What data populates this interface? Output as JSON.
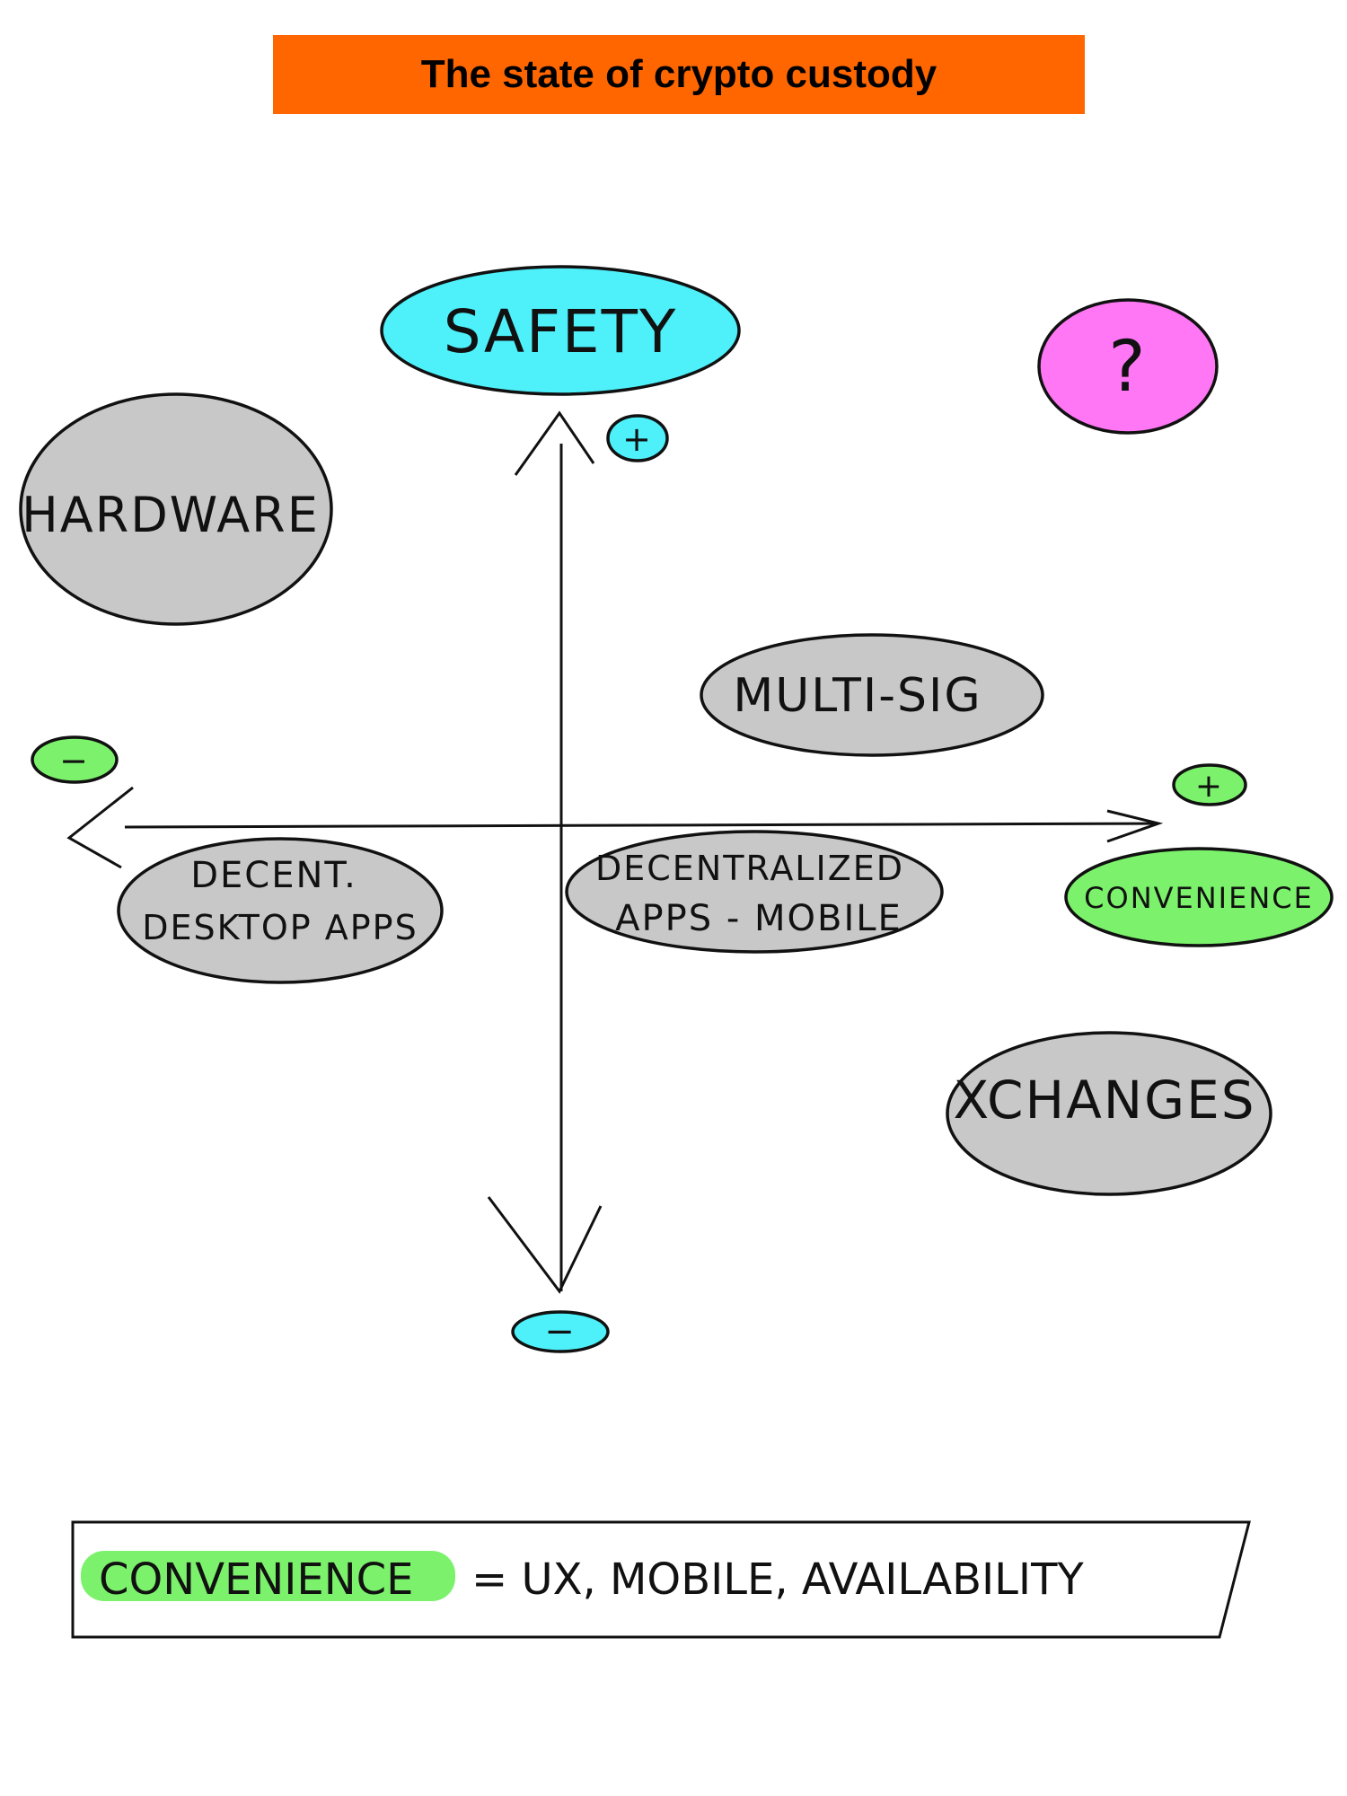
{
  "title": "The state of crypto custody",
  "colors": {
    "title_bg": "#FF6600",
    "safety": "#4EF0FA",
    "question": "#FF77F5",
    "convenience": "#7CF26C",
    "category": "#C8C8C8"
  },
  "axes": {
    "y_label": "SAFETY",
    "y_plus": "+",
    "y_minus": "−",
    "x_label": "CONVENIENCE",
    "x_plus": "+",
    "x_minus": "−",
    "unknown": "?"
  },
  "categories": {
    "hardware": "HARDWARE",
    "multisig": "MULTI-SIG",
    "desktop_line1": "DECENT.",
    "desktop_line2": "DESKTOP APPS",
    "mobile_line1": "DECENTRALIZED",
    "mobile_line2": "APPS - MOBILE",
    "exchanges": "XCHANGES"
  },
  "definition": {
    "term": "CONVENIENCE",
    "rest": "= UX, MOBILE, AVAILABILITY"
  }
}
